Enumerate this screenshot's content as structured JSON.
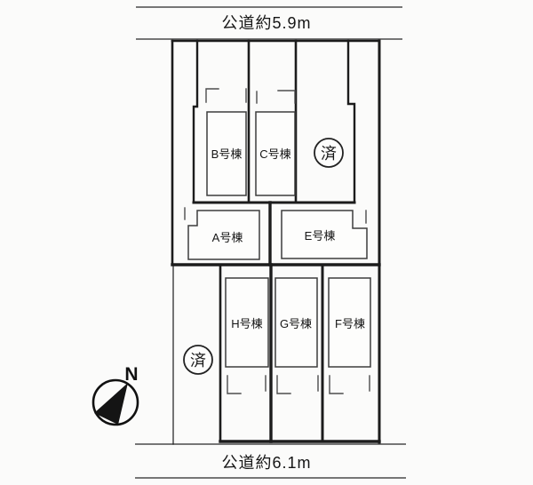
{
  "diagram": {
    "top_road": {
      "label": "公道約5.9m"
    },
    "bottom_road": {
      "label": "公道約6.1m"
    },
    "compass": {
      "north_label": "N"
    },
    "sold_mark": "済",
    "buildings": [
      {
        "id": "B",
        "label": "B号棟"
      },
      {
        "id": "C",
        "label": "C号棟"
      },
      {
        "id": "A",
        "label": "A号棟"
      },
      {
        "id": "E",
        "label": "E号棟"
      },
      {
        "id": "H",
        "label": "H号棟"
      },
      {
        "id": "G",
        "label": "G号棟"
      },
      {
        "id": "F",
        "label": "F号棟"
      }
    ],
    "colors": {
      "paper": "#fbfbfa",
      "ink": "#1c1c1c"
    }
  }
}
